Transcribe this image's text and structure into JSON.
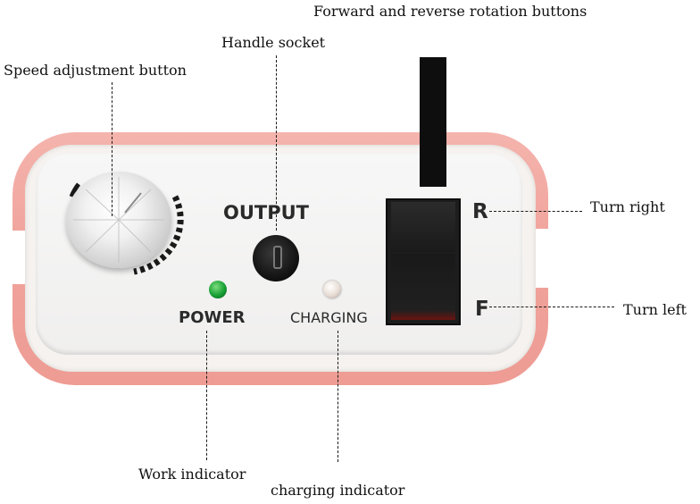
{
  "labels": {
    "forward_reverse": "Forward and reverse rotation buttons",
    "handle_socket": "Handle socket",
    "speed_adjust": "Speed adjustment button",
    "turn_right": "Turn right",
    "turn_left": "Turn left",
    "work_indicator": "Work indicator",
    "charging_indicator": "charging indicator"
  },
  "panel": {
    "output": "OUTPUT",
    "power": "POWER",
    "charging": "CHARGING",
    "r": "R",
    "f": "F"
  },
  "colors": {
    "shell": "#f0a39b",
    "power_led": "#16a034",
    "rocker": "#1d1d1d"
  }
}
